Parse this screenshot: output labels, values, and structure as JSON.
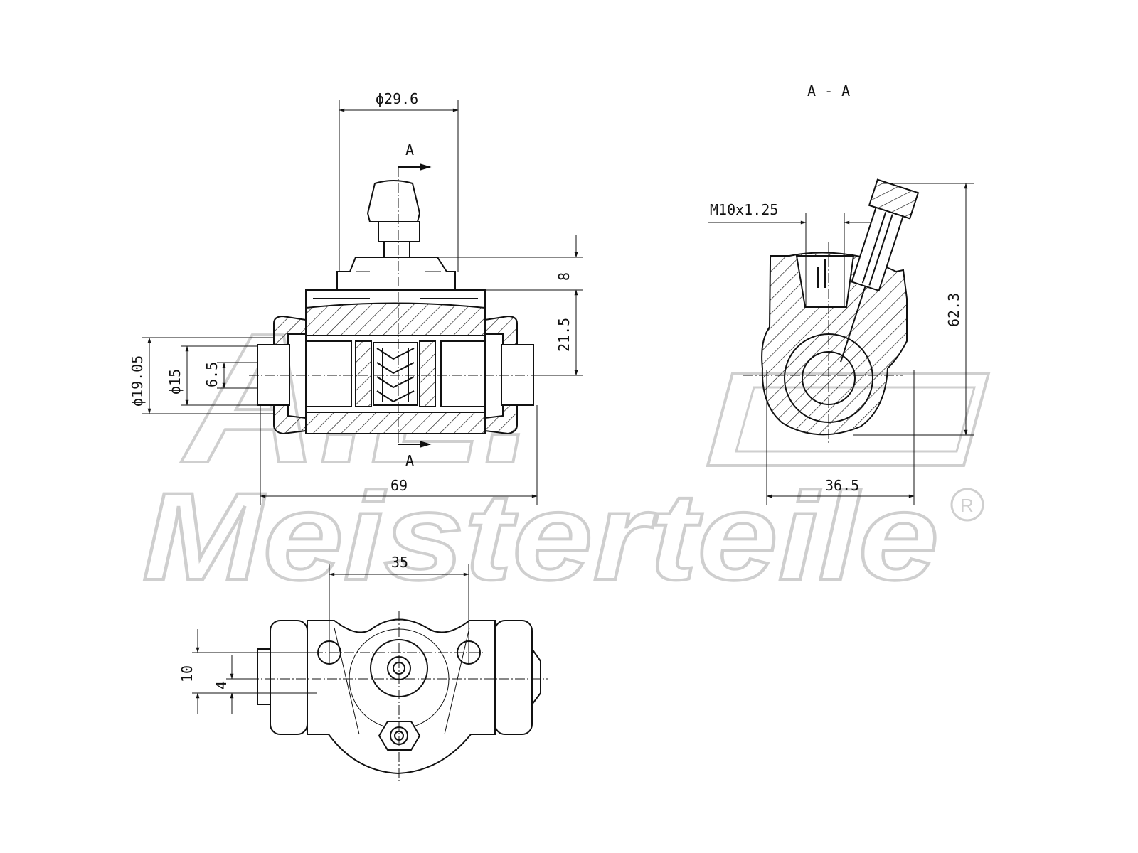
{
  "watermark": {
    "brand": "Meisterteile",
    "logo_letters": "A.L.",
    "registered": "R"
  },
  "section_label": "A - A",
  "cut_marks": [
    "A",
    "A"
  ],
  "dimensions": {
    "bore_dia": "ϕ29.6",
    "height_8": "8",
    "height_21_5": "21.5",
    "dia_19_05": "ϕ19.05",
    "dia_15": "ϕ15",
    "dia_6_5": "6.5",
    "length_69": "69",
    "thread": "M10x1.25",
    "height_62_3": "62.3",
    "width_36_5": "36.5",
    "spacing_35": "35",
    "offset_10": "10",
    "offset_4": "4"
  }
}
